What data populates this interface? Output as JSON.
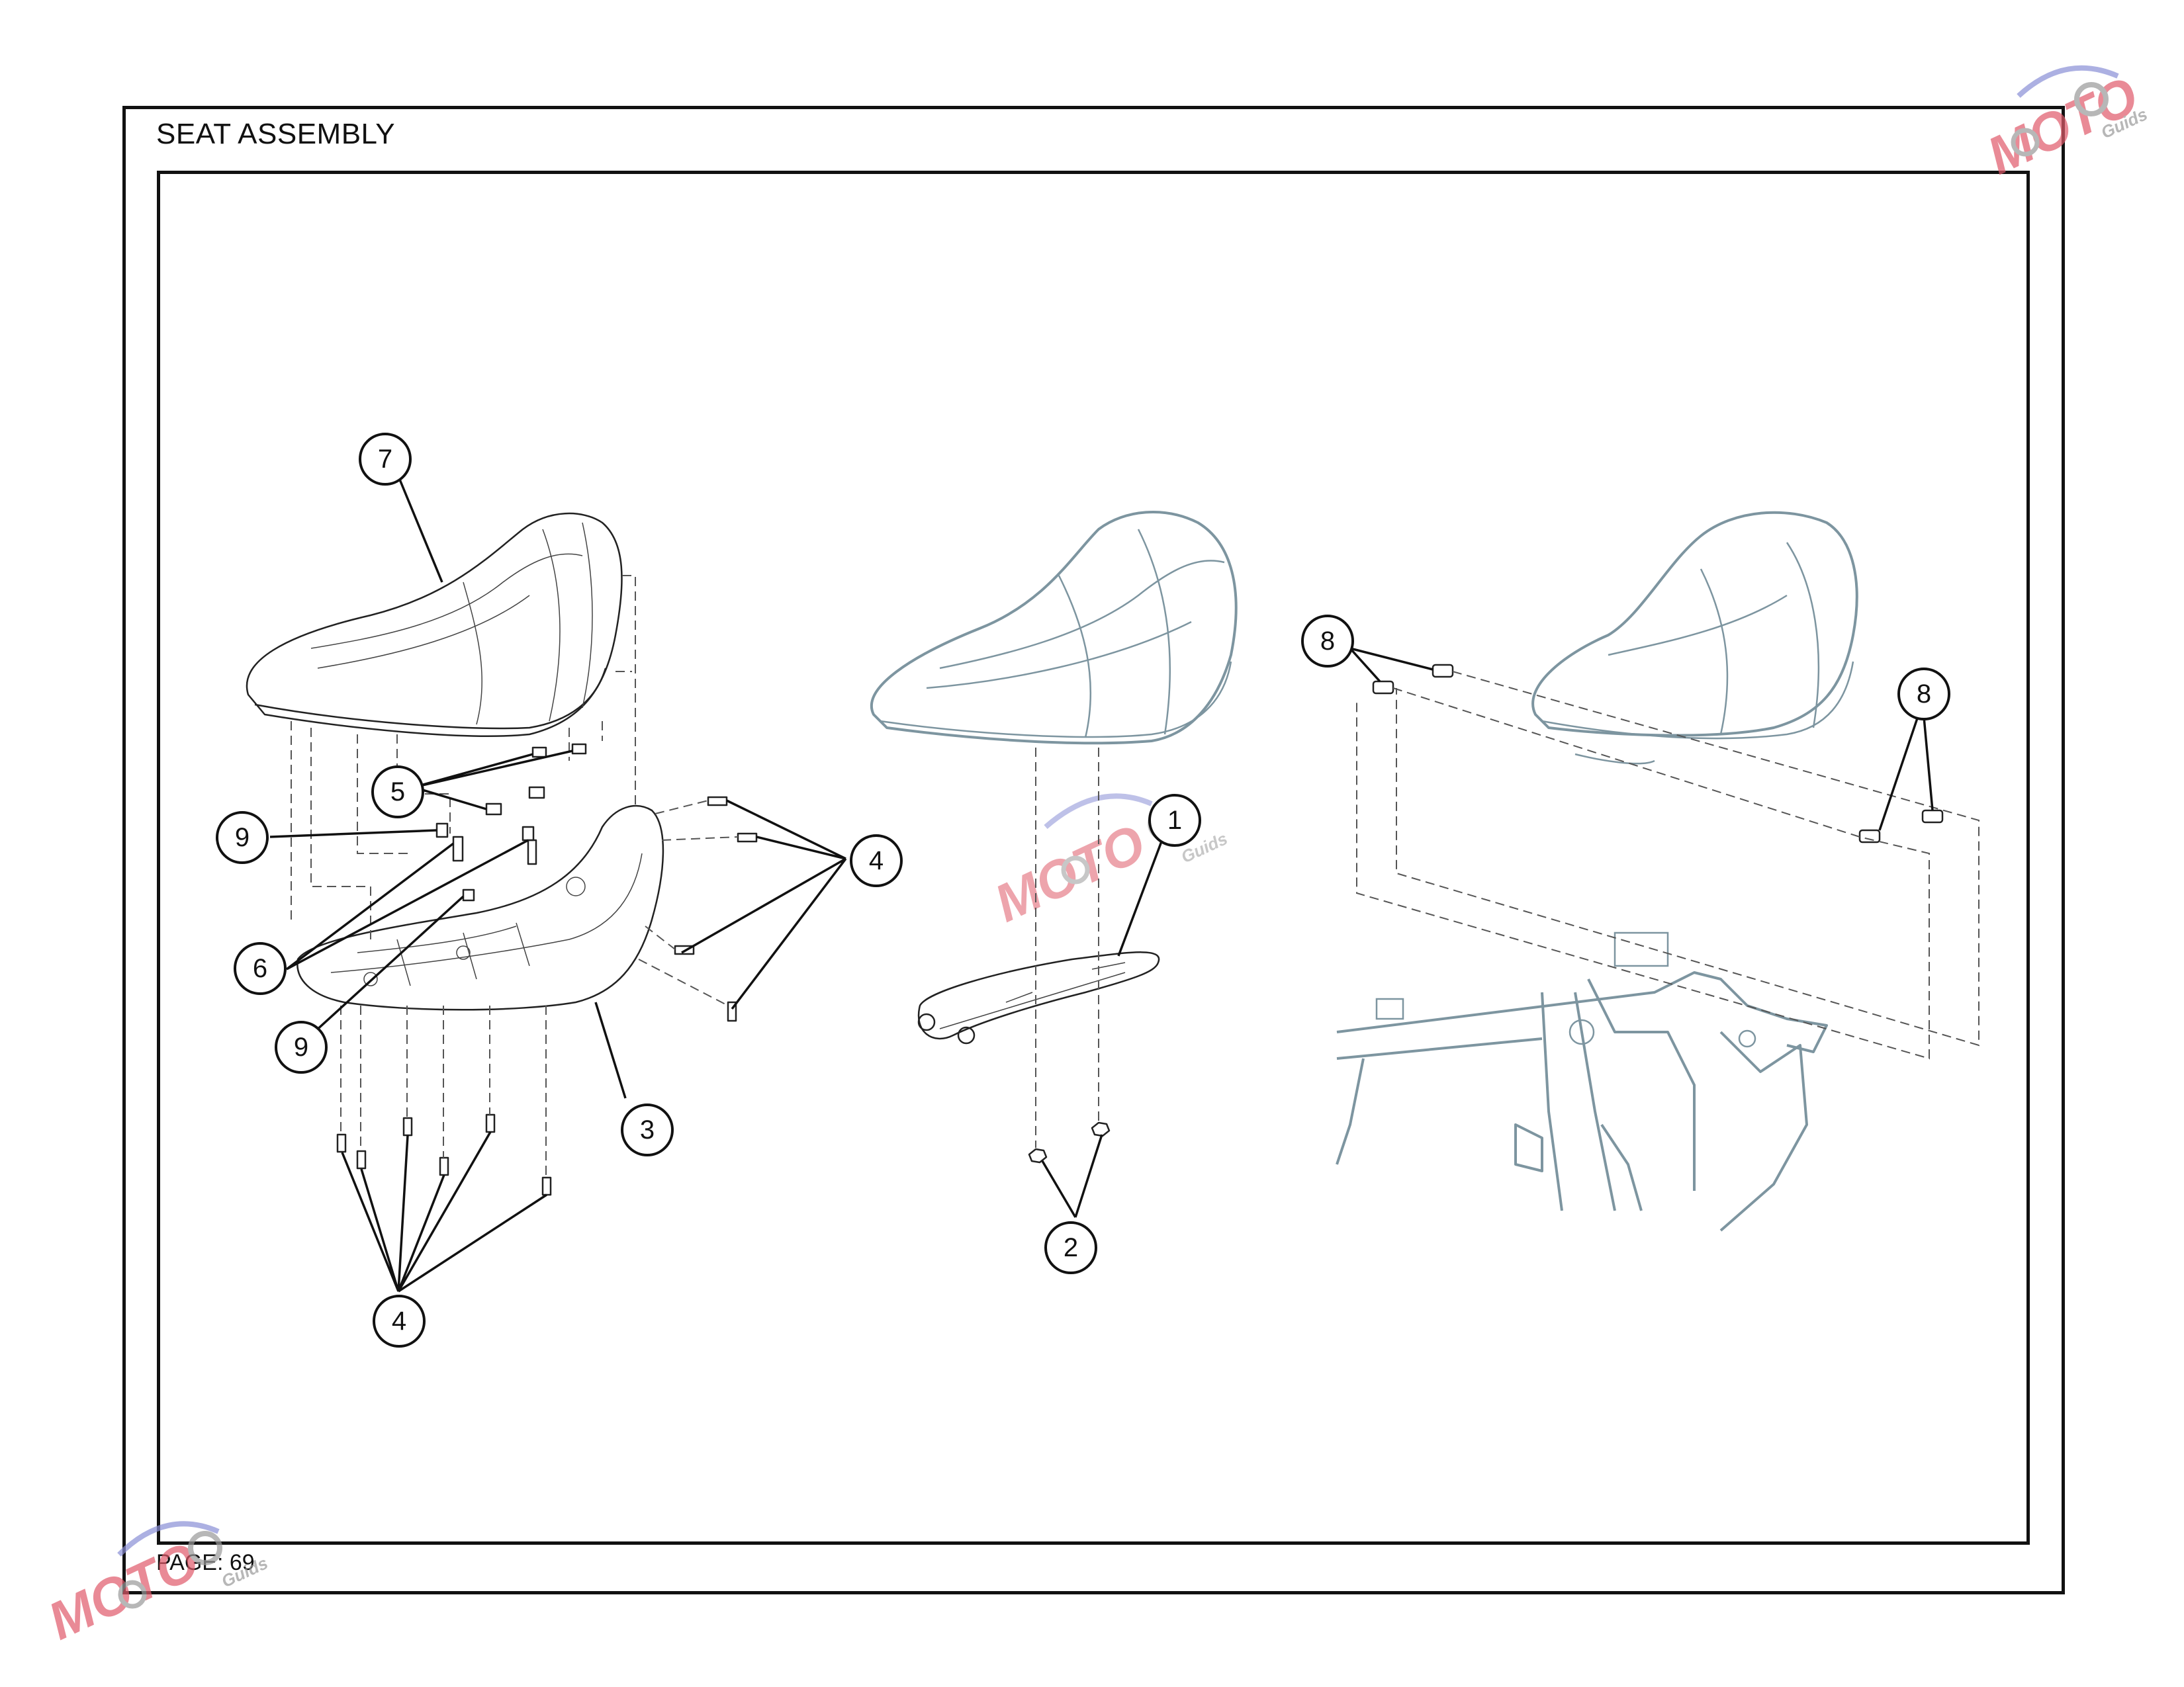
{
  "page": {
    "title": "SEAT ASSEMBLY",
    "page_label": "PAGE: 69"
  },
  "callouts": [
    {
      "id": "callout-7",
      "label": "7"
    },
    {
      "id": "callout-5",
      "label": "5"
    },
    {
      "id": "callout-9-upper",
      "label": "9"
    },
    {
      "id": "callout-6",
      "label": "6"
    },
    {
      "id": "callout-9-lower",
      "label": "9"
    },
    {
      "id": "callout-3",
      "label": "3"
    },
    {
      "id": "callout-4-right",
      "label": "4"
    },
    {
      "id": "callout-4-bottom",
      "label": "4"
    },
    {
      "id": "callout-1",
      "label": "1"
    },
    {
      "id": "callout-2",
      "label": "2"
    },
    {
      "id": "callout-8-left",
      "label": "8"
    },
    {
      "id": "callout-8-right",
      "label": "8"
    }
  ],
  "watermark": {
    "text": "MOTO",
    "subtext": "Guids",
    "colors": {
      "red": "#e05a6a",
      "blue": "#8a8fd6",
      "gray": "#9a9a9a"
    }
  },
  "colors": {
    "line": "#111111",
    "ghost_part": "#7d95a0"
  }
}
